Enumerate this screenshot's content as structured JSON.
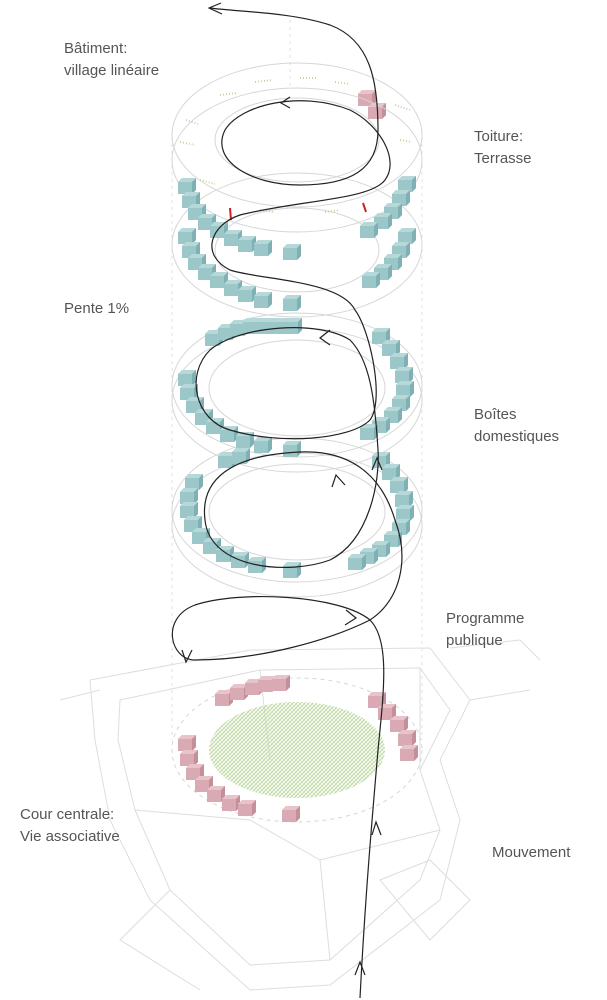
{
  "labels": {
    "batiment": {
      "line1": "Bâtiment:",
      "line2": "village linéaire"
    },
    "toiture": {
      "line1": "Toiture:",
      "line2": "Terrasse"
    },
    "pente": "Pente 1%",
    "boites": {
      "line1": "Boîtes",
      "line2": "domestiques"
    },
    "programme": {
      "line1": "Programme",
      "line2": "publique"
    },
    "cour": {
      "line1": "Cour centrale:",
      "line2": "Vie associative"
    },
    "mouvement": "Mouvement"
  },
  "colors": {
    "box_teal": "#9cc7c9",
    "box_pink": "#d9aab3",
    "accent_red": "#cc2222",
    "courtyard_green": "#b9d69a",
    "roof_planter": "#c8d39a",
    "movement_line": "#222222",
    "structure_line": "#d6d6d6",
    "text": "#555555"
  },
  "icons": [
    "teal-box-icon",
    "pink-box-icon",
    "movement-arrow-icon"
  ]
}
